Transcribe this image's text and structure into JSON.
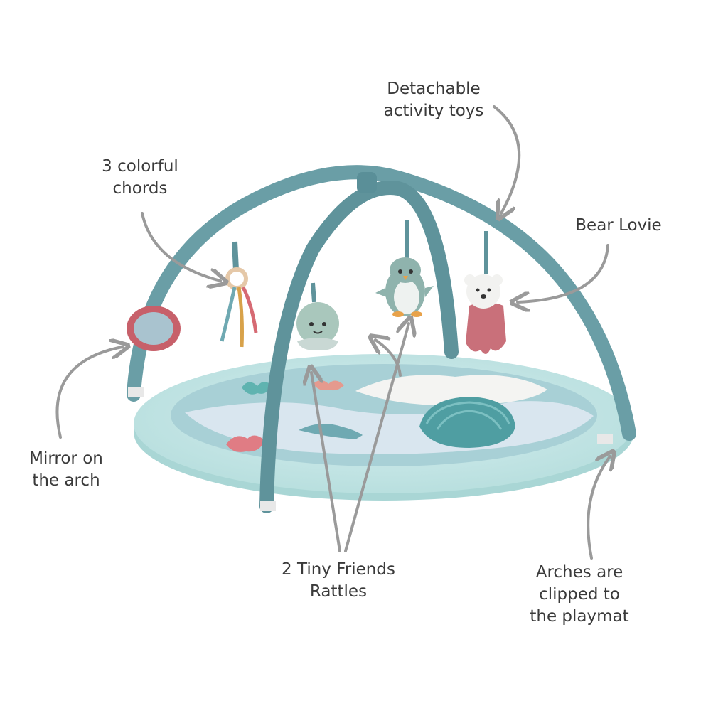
{
  "callouts": {
    "detachable": {
      "line1": "Detachable",
      "line2": "activity toys"
    },
    "chords": {
      "line1": "3 colorful",
      "line2": "chords"
    },
    "bear": {
      "line1": "Bear Lovie"
    },
    "mirror": {
      "line1": "Mirror on",
      "line2": "the arch"
    },
    "rattles": {
      "line1": "2 Tiny Friends",
      "line2": "Rattles"
    },
    "arches": {
      "line1": "Arches are",
      "line2": "clipped to",
      "line3": "the playmat"
    }
  },
  "colors": {
    "arch": "#6a9ea6",
    "arch_dark": "#4f8089",
    "mat_rim": "#bfe3e2",
    "mat_inner": "#9fcbd0",
    "mat_wave": "#d9e6ef",
    "mirror_frame": "#c7606a",
    "mirror_glass": "#a9c3cf",
    "bear_body": "#c9707a",
    "octopus": "#a9c7bc",
    "penguin": "#8fb3ad",
    "shell": "#4f9ea2",
    "arrow": "#9a9a9a",
    "text": "#3a3a3a"
  }
}
